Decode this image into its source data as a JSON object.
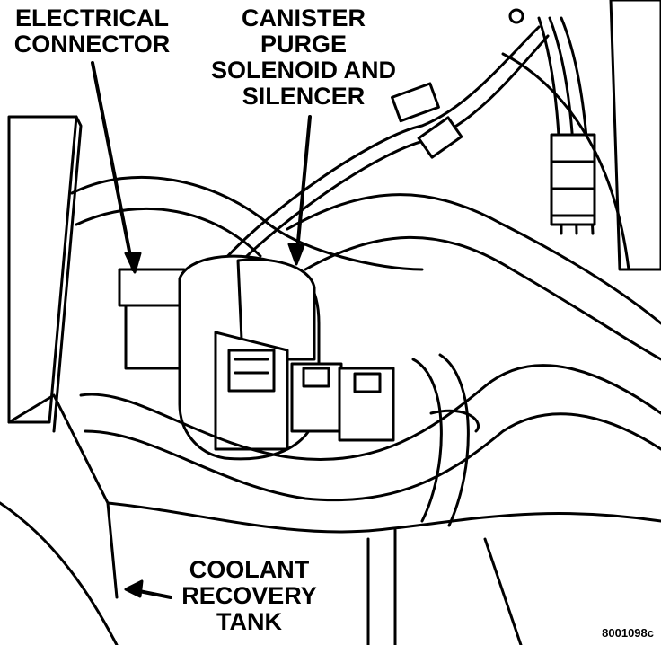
{
  "labels": {
    "electrical_connector": [
      "ELECTRICAL",
      "CONNECTOR"
    ],
    "canister": [
      "CANISTER",
      "PURGE",
      "SOLENOID AND",
      "SILENCER"
    ],
    "coolant": [
      "COOLANT",
      "RECOVERY",
      "TANK"
    ]
  },
  "figure_id": "8001098c",
  "colors": {
    "ink": "#000000",
    "paper": "#ffffff"
  }
}
